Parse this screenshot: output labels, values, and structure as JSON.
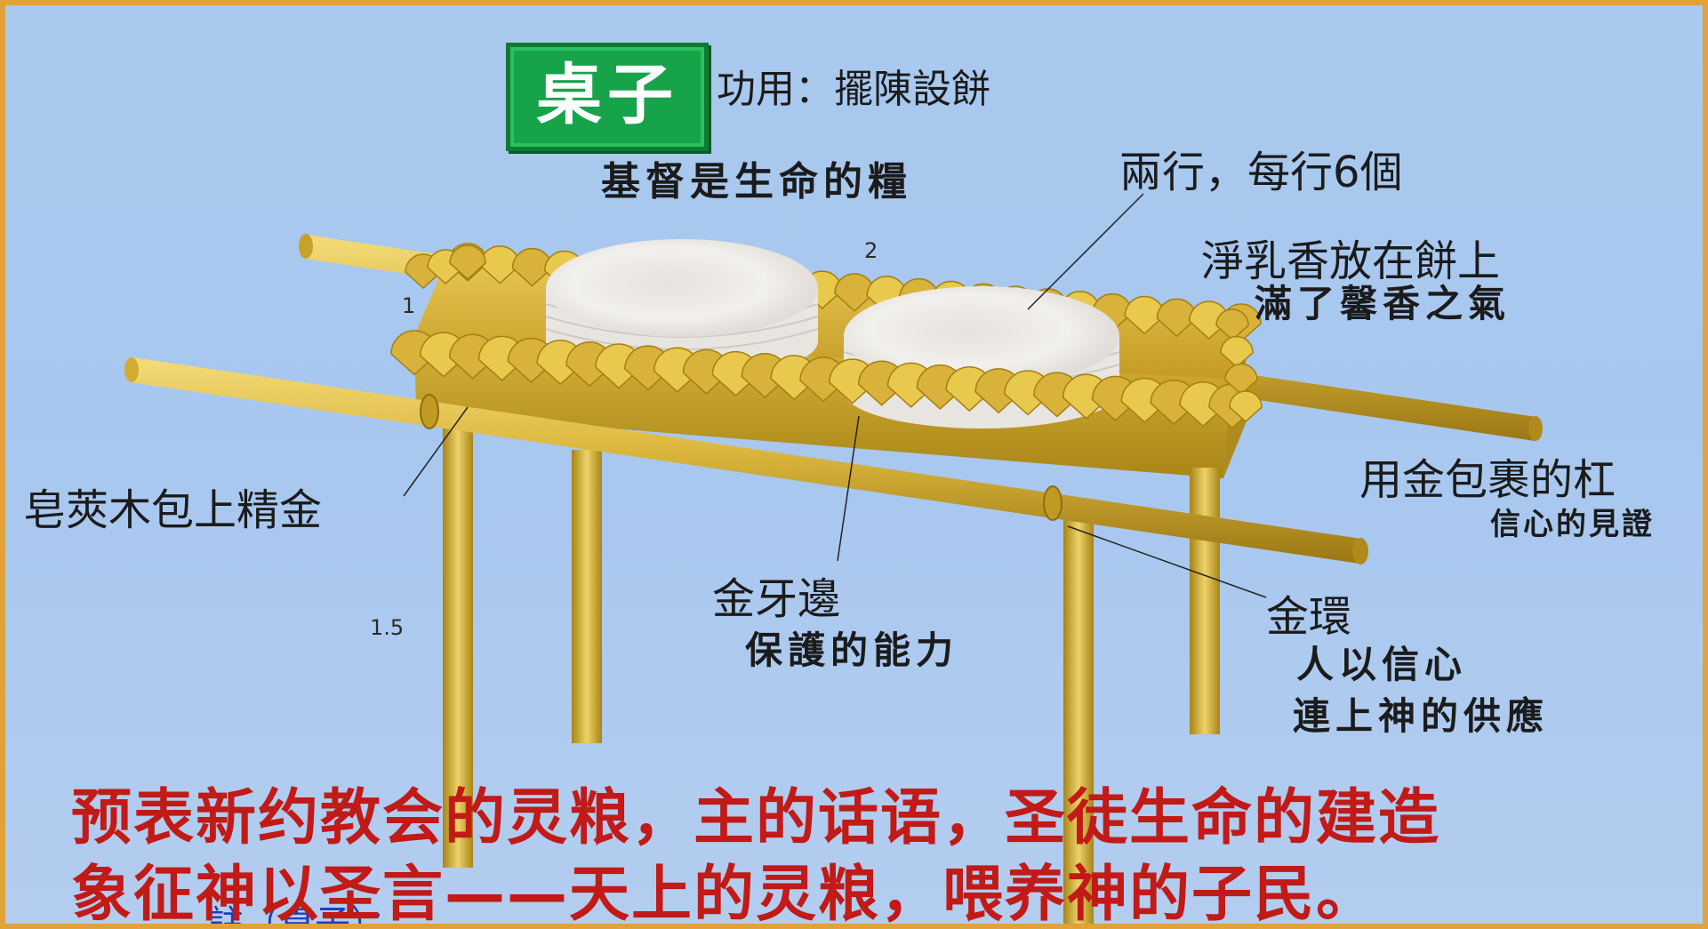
{
  "title": {
    "label": "桌子",
    "function": "功用：擺陳設餅"
  },
  "labels": {
    "bread_of_life": "基督是生命的糧",
    "rows": "兩行，每行6個",
    "frankincense_1": "淨乳香放在餅上",
    "frankincense_2": "滿了馨香之氣",
    "wood": "皂莢木包上精金",
    "poles_1": "用金包裹的杠",
    "poles_2": "信心的見證",
    "crown_1": "金牙邊",
    "crown_2": "保護的能力",
    "rings_1": "金環",
    "rings_2": "人以信心",
    "rings_3": "連上神的供應"
  },
  "dimensions": {
    "length": "2",
    "width": "1",
    "height": "1.5"
  },
  "footnote": "註（桌子）：",
  "caption": {
    "line1": "预表新约教会的灵粮，主的话语，圣徒生命的建造",
    "line2": "象征神以圣言——天上的灵粮，喂养神的子民。"
  },
  "colors": {
    "background": "#a9c9ee",
    "gold": "#d9b23a",
    "title_green": "#17a34a",
    "caption_red": "#c11a17",
    "frame": "#e0a23a"
  }
}
